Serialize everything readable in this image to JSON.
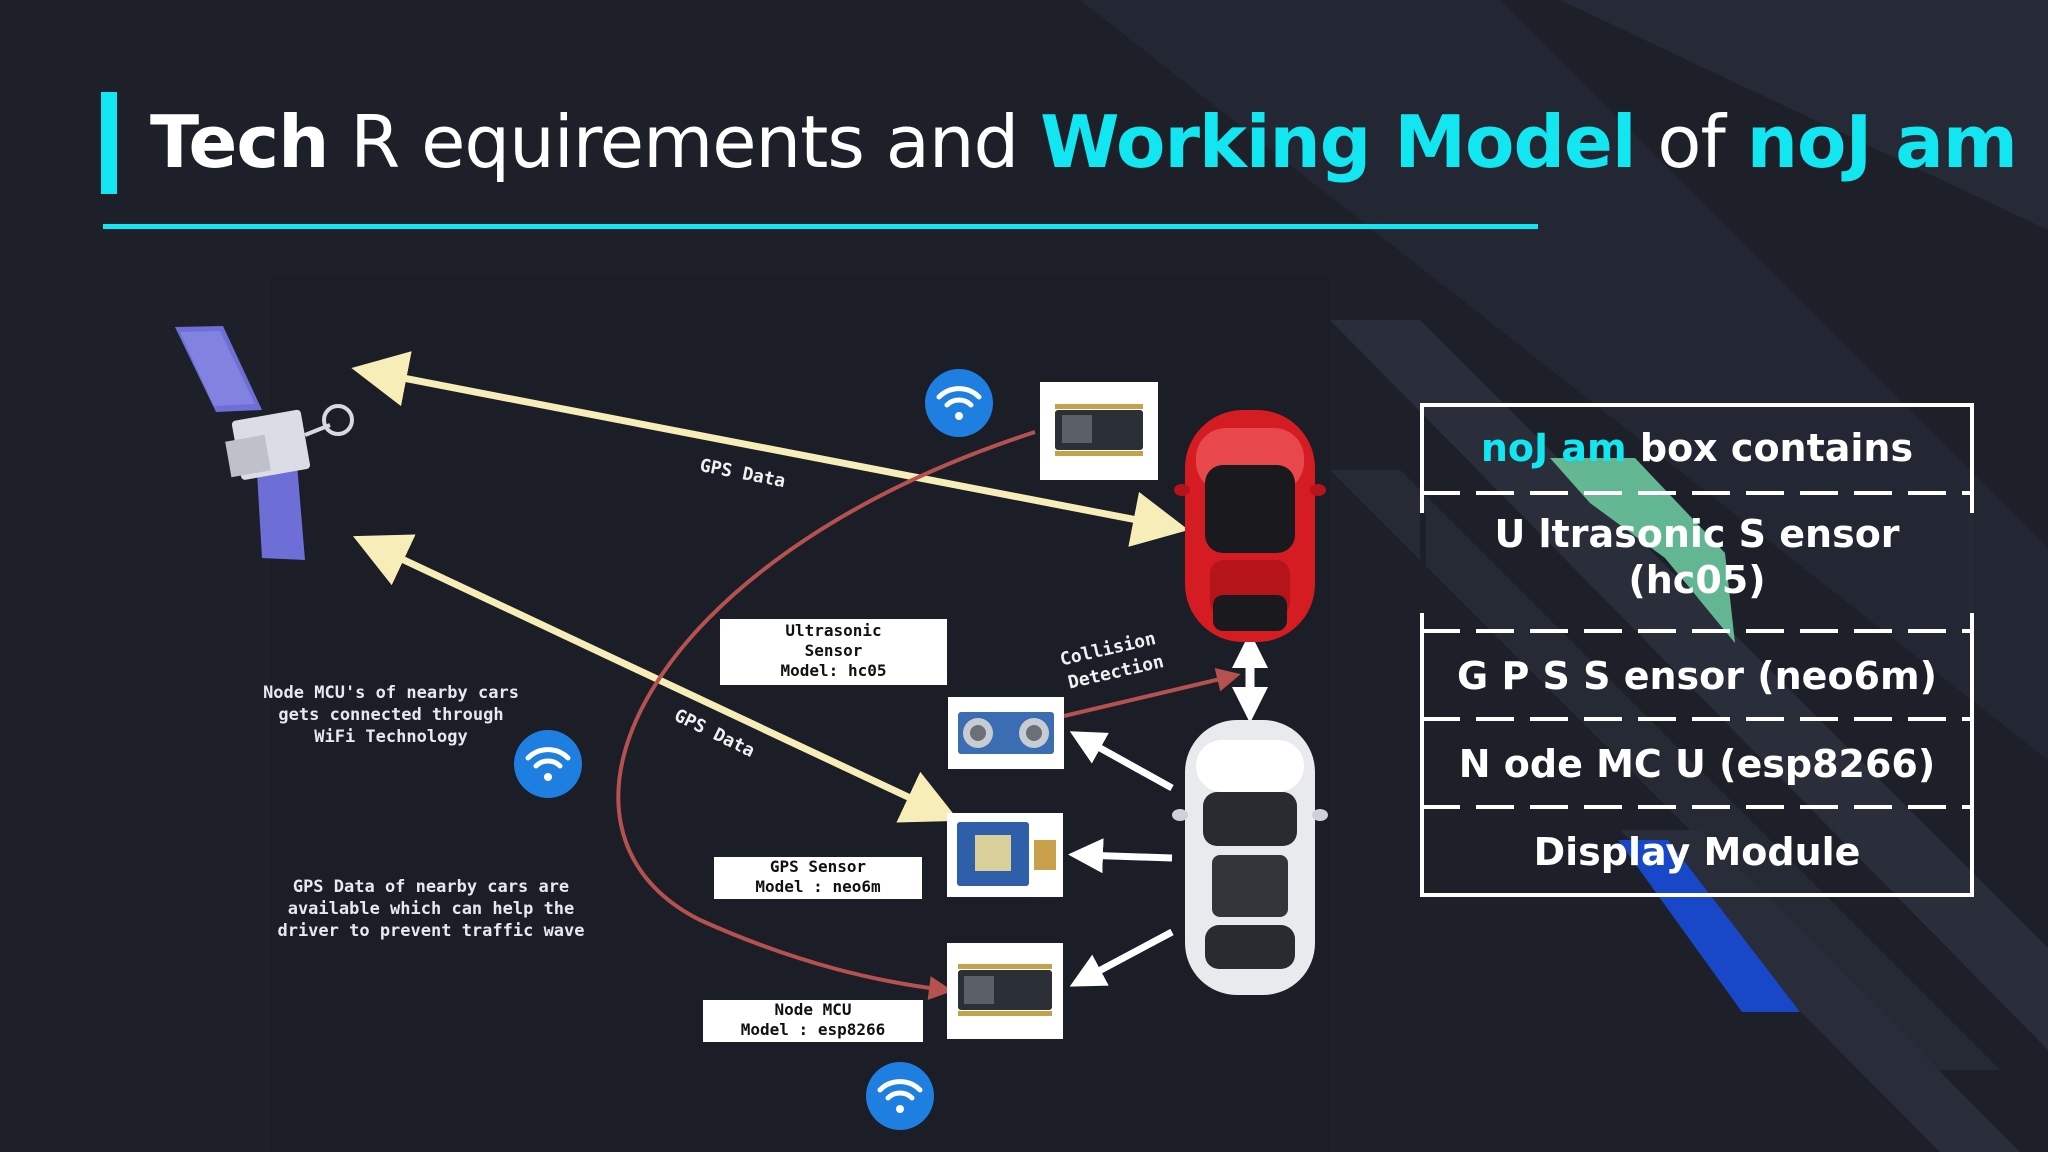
{
  "title": {
    "part1": "Tech",
    "part2": " R equirements and ",
    "part3": "Working Model",
    "part4": " of ",
    "part5": "noJ am"
  },
  "diagram": {
    "gps_data_label_top": "GPS Data",
    "gps_data_label_mid": "GPS Data",
    "collision_label_1": "Collision",
    "collision_label_2": "Detection",
    "note_wifi": [
      "Node MCU's of nearby cars",
      "gets connected through",
      "WiFi Technology"
    ],
    "note_gps": [
      "GPS Data of nearby cars are",
      "available which can help the",
      "driver to prevent traffic wave"
    ],
    "label_ultrasonic": [
      "Ultrasonic",
      "Sensor",
      "Model: hc05"
    ],
    "label_gps": [
      "GPS Sensor",
      "Model : neo6m"
    ],
    "label_nodemcu": [
      "Node MCU",
      "Model : esp8266"
    ]
  },
  "box": {
    "header_highlight": "noJ am",
    "header_rest": " box contains",
    "items": [
      [
        "U ltrasonic S ensor",
        "(hc05)"
      ],
      [
        "G P S  S ensor (neo6m)"
      ],
      [
        "N ode MC U  (esp8266)"
      ],
      [
        "Display Module"
      ]
    ]
  },
  "colors": {
    "accent": "#12e6f0",
    "background": "#1d2029",
    "arrow_yellow": "#f7edb8",
    "arrow_red": "#b5524f",
    "wifi_blue": "#1e7fe0"
  }
}
